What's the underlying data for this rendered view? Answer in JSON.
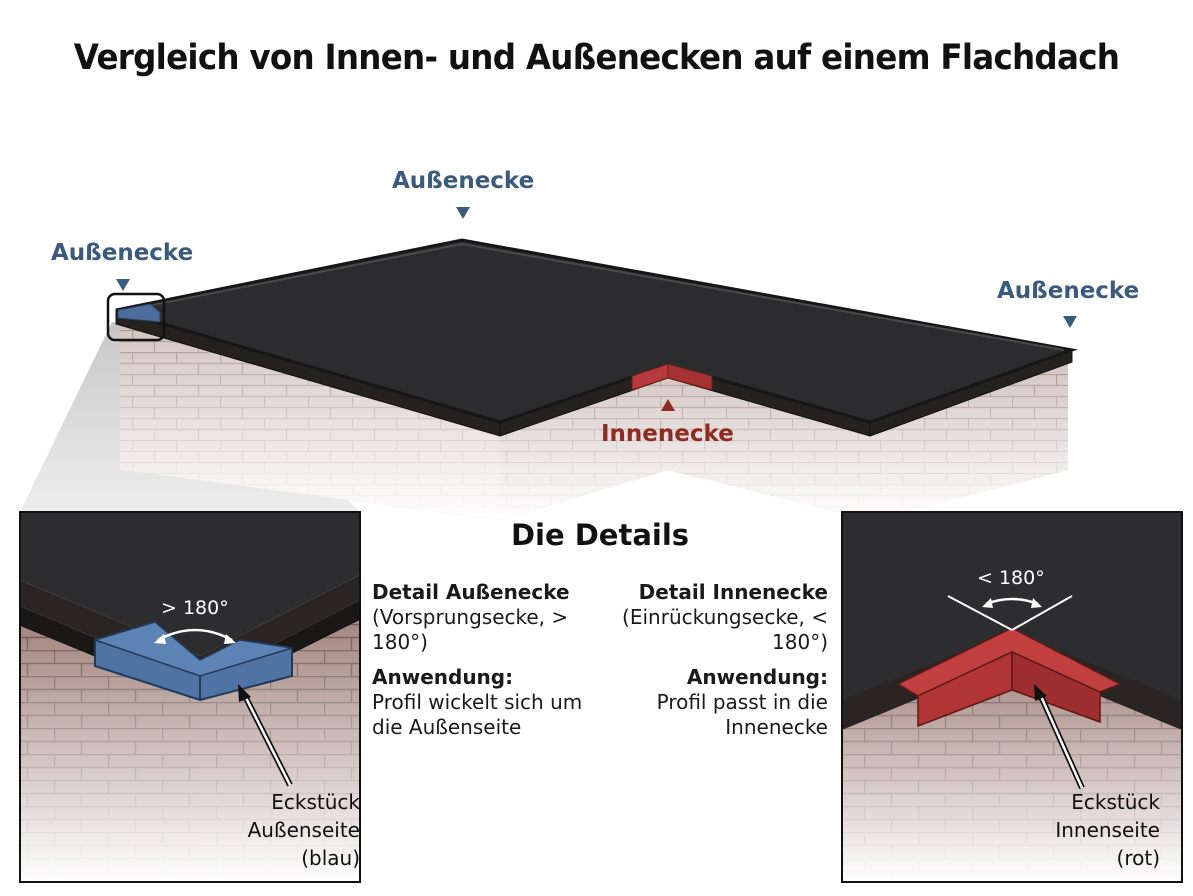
{
  "title": "Vergleich von Innen- und Außenecken auf einem Flachdach",
  "roof": {
    "outer_corner_labels": [
      "Außenecke",
      "Außenecke",
      "Außenecke"
    ],
    "inner_corner_label": "Innenecke"
  },
  "details": {
    "heading": "Die Details",
    "outer": {
      "heading": "Detail Außenecke",
      "description": "(Vorsprungsecke, > 180°)",
      "usage_heading": "Anwendung:",
      "usage_text": "Profil wickelt sich um die Außenseite"
    },
    "inner": {
      "heading": "Detail Innenecke",
      "description": "(Einrückungsecke, < 180°)",
      "usage_heading": "Anwendung:",
      "usage_text": "Profil passt in die Innenecke"
    }
  },
  "inset_outer": {
    "angle_label": "> 180°",
    "caption_lines": [
      "Eckstück",
      "Außenseite",
      "(blau)"
    ]
  },
  "inset_inner": {
    "angle_label": "< 180°",
    "caption_lines": [
      "Eckstück",
      "Innenseite",
      "(rot)"
    ]
  },
  "colors": {
    "membrane": "#2b2b2c",
    "edge_trim": "#1e1c1a",
    "outer_piece": "#4b6e9c",
    "inner_piece": "#b8393a",
    "outer_label": "#3c5a7e",
    "inner_label": "#8e2b22"
  }
}
